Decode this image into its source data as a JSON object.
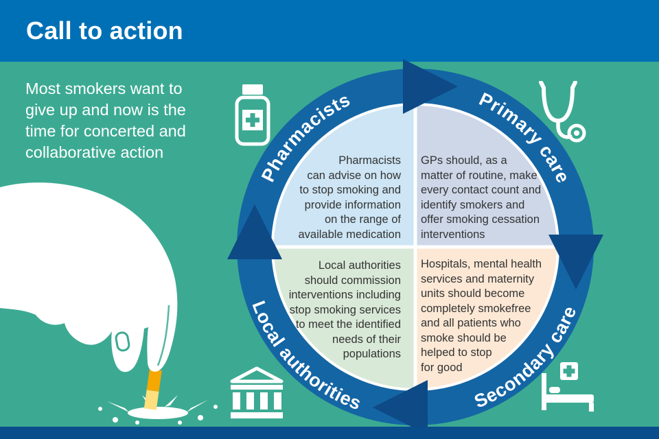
{
  "header": {
    "title": "Call to action"
  },
  "intro": {
    "text": "Most smokers want to\ngive up and now is the\ntime for concerted and\ncollaborative action"
  },
  "diagram": {
    "type": "circular-cycle",
    "direction": "clockwise",
    "quadrants": [
      {
        "id": "pharmacists",
        "label": "Pharmacists",
        "icon": "medicine-bottle-icon",
        "color": "#cde5f4",
        "text": "Pharmacists\ncan advise on how\nto stop smoking and\nprovide information\non the range of\navailable medication"
      },
      {
        "id": "primary-care",
        "label": "Primary care",
        "icon": "stethoscope-icon",
        "color": "#cdd7e8",
        "text": "GPs should, as a\nmatter of routine, make\nevery contact count and\nidentify smokers and\noffer smoking cessation\ninterventions"
      },
      {
        "id": "local-authorities",
        "label": "Local authorities",
        "icon": "bank-building-icon",
        "color": "#d9e9d7",
        "text": "Local authorities\nshould commission\ninterventions including\nstop smoking services\nto meet the identified\nneeds of their\npopulations"
      },
      {
        "id": "secondary-care",
        "label": "Secondary care",
        "icon": "hospital-bed-icon",
        "color": "#fce8d5",
        "text": "Hospitals, mental health\nservices and maternity\nunits should become\ncompletely smokefree\nand all patients who\nsmoke should be\nhelped to stop\nfor good"
      }
    ]
  },
  "illustration": {
    "name": "hand-stubbing-out-cigarette"
  },
  "colors": {
    "background": "#3caa92",
    "header_bg": "#0070b6",
    "footer_bg": "#0a4d8c",
    "ring": "#1465a4",
    "arrow": "#0d4a86",
    "quadrant_text": "#333333",
    "cigarette_filter": "#f4a800",
    "cigarette_paper": "#ffdf7e",
    "white": "#ffffff"
  }
}
